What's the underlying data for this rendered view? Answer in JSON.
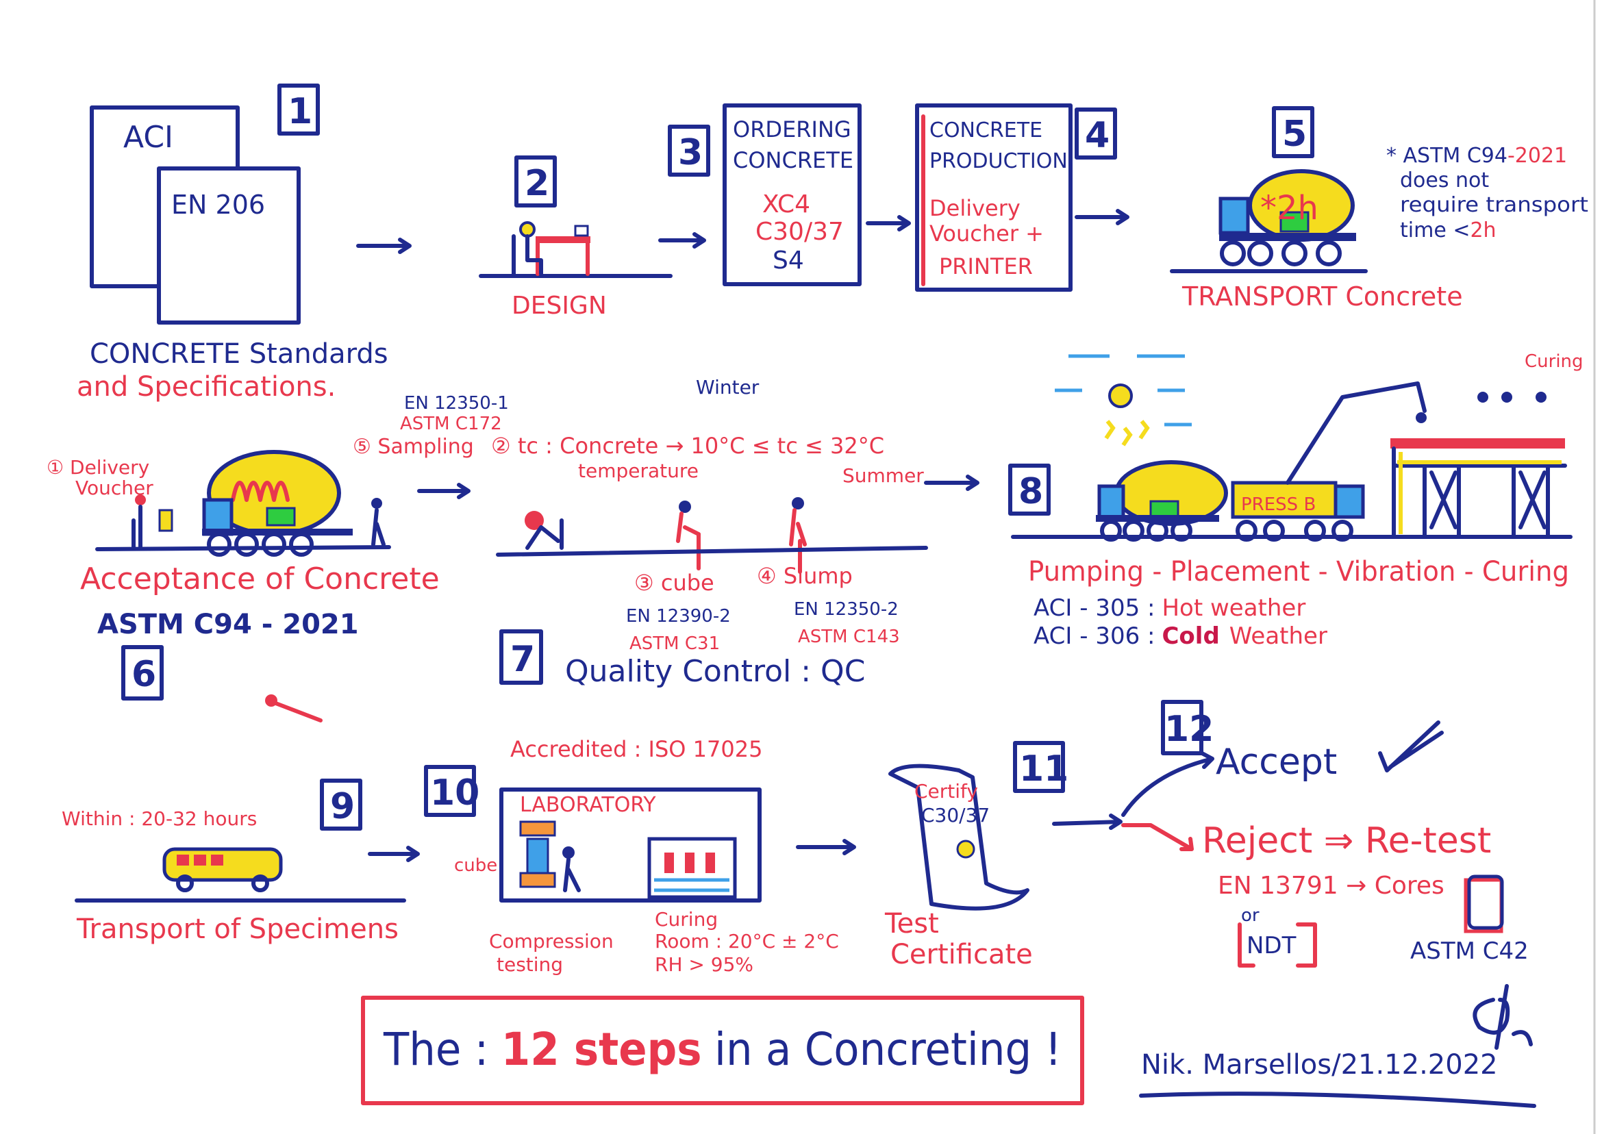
{
  "colors": {
    "blue": "#1f2a8f",
    "red": "#e8384d",
    "yellow": "#f5dc1e",
    "green": "#2ecc40",
    "light_blue": "#3fa0e8"
  },
  "step1": {
    "number": "1",
    "doc1": "ACI",
    "doc2": "EN 206",
    "title": "CONCRETE Standards",
    "subtitle": "and Specifications."
  },
  "step2": {
    "number": "2",
    "label": "DESIGN"
  },
  "step3": {
    "number": "3",
    "line1": "ORDERING",
    "line2": "CONCRETE",
    "exposure": "XC4",
    "strength": "C30/37",
    "slump": "S4"
  },
  "step4": {
    "number": "4",
    "line1": "CONCRETE",
    "line2": "PRODUCTION",
    "line3": "Delivery",
    "line4": "Voucher +",
    "line5": "PRINTER"
  },
  "step5": {
    "number": "5",
    "truck_label": "*2h",
    "label": "TRANSPORT Concrete",
    "note": {
      "line1a": "* ASTM C94",
      "line1b": "-2021",
      "line2": "does not",
      "line3": "require transport",
      "line4a": "time <",
      "line4b": "2h"
    }
  },
  "step6": {
    "number": "6",
    "sampling_std1": "EN 12350-1",
    "sampling_std2": "ASTM C172",
    "sampling": "⑤ Sampling",
    "delivery": "① Delivery",
    "voucher": "Voucher",
    "title": "Acceptance of Concrete",
    "standard": "ASTM C94 - 2021"
  },
  "step7": {
    "number": "7",
    "winter": "Winter",
    "temp_line": "② tc : Concrete → 10°C ≤ tc ≤ 32°C",
    "temperature": "temperature",
    "summer": "Summer",
    "cube": "③ cube",
    "cube_std1": "EN 12390-2",
    "cube_std2": "ASTM C31",
    "slump": "④ Slump",
    "slump_std1": "EN 12350-2",
    "slump_std2": "ASTM C143",
    "title": "Quality Control : QC"
  },
  "step8": {
    "number": "8",
    "curing": "Curing",
    "pump_label": "PRESS B",
    "title": "Pumping - Placement - Vibration - Curing",
    "aci305a": "ACI - 305 :",
    "aci305b": "Hot weather",
    "aci306a": "ACI - 306 :",
    "aci306b": "Cold",
    "aci306c": "Weather"
  },
  "step9": {
    "number": "9",
    "within": "Within : 20-32 hours",
    "title": "Transport of Specimens"
  },
  "step10": {
    "number": "10",
    "accredited": "Accredited : ISO 17025",
    "lab": "LABORATORY",
    "cube": "cube",
    "compression1": "Compression",
    "compression2": "testing",
    "curing1": "Curing",
    "curing2": "Room : 20°C ± 2°C",
    "curing3": "RH > 95%"
  },
  "step11": {
    "number": "11",
    "certify": "Certify",
    "grade": "C30/37",
    "title1": "Test",
    "title2": "Certificate"
  },
  "step12": {
    "number": "12",
    "accept": "Accept",
    "reject": "Reject ⇒ Re-test",
    "en": "EN 13791 → Cores",
    "or": "or",
    "ndt": "NDT",
    "astm": "ASTM C42"
  },
  "footer": {
    "title_a": "The :",
    "title_b": "12 steps",
    "title_c": "in a Concreting !",
    "author": "Nik. Marsellos/21.12.2022"
  }
}
